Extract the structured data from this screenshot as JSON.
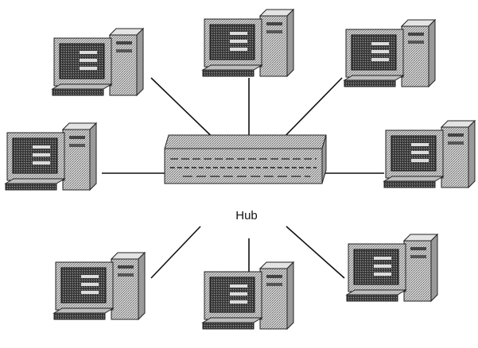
{
  "diagram": {
    "hub_label": "Hub",
    "nodes": [
      {
        "id": "computer-top-left",
        "icon": "desktop-computer-icon"
      },
      {
        "id": "computer-top-center",
        "icon": "desktop-computer-icon"
      },
      {
        "id": "computer-top-right",
        "icon": "desktop-computer-icon"
      },
      {
        "id": "computer-middle-left",
        "icon": "desktop-computer-icon"
      },
      {
        "id": "computer-middle-right",
        "icon": "desktop-computer-icon"
      },
      {
        "id": "computer-bottom-left",
        "icon": "desktop-computer-icon"
      },
      {
        "id": "computer-bottom-center",
        "icon": "desktop-computer-icon"
      },
      {
        "id": "computer-bottom-right",
        "icon": "desktop-computer-icon"
      }
    ],
    "hub_icon": "network-hub-icon",
    "colors": {
      "line": "#111111",
      "device_fill": "#b8b8b8",
      "device_dark": "#3a3a3a",
      "device_light": "#dcdcdc"
    }
  }
}
